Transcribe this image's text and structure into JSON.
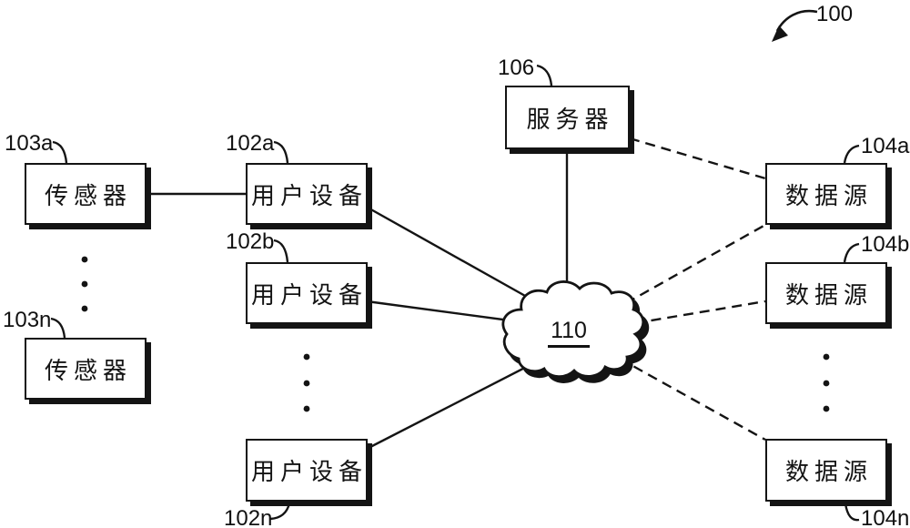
{
  "figure": {
    "overall_ref": "100",
    "cloud": {
      "ref": "110"
    },
    "boxes": {
      "sensor_a": {
        "ref": "103a",
        "label": "传感器"
      },
      "sensor_n": {
        "ref": "103n",
        "label": "传感器"
      },
      "device_a": {
        "ref": "102a",
        "label": "用户设备"
      },
      "device_b": {
        "ref": "102b",
        "label": "用户设备"
      },
      "device_n": {
        "ref": "102n",
        "label": "用户设备"
      },
      "server": {
        "ref": "106",
        "label": "服务器"
      },
      "source_a": {
        "ref": "104a",
        "label": "数据源"
      },
      "source_b": {
        "ref": "104b",
        "label": "数据源"
      },
      "source_n": {
        "ref": "104n",
        "label": "数据源"
      }
    }
  }
}
